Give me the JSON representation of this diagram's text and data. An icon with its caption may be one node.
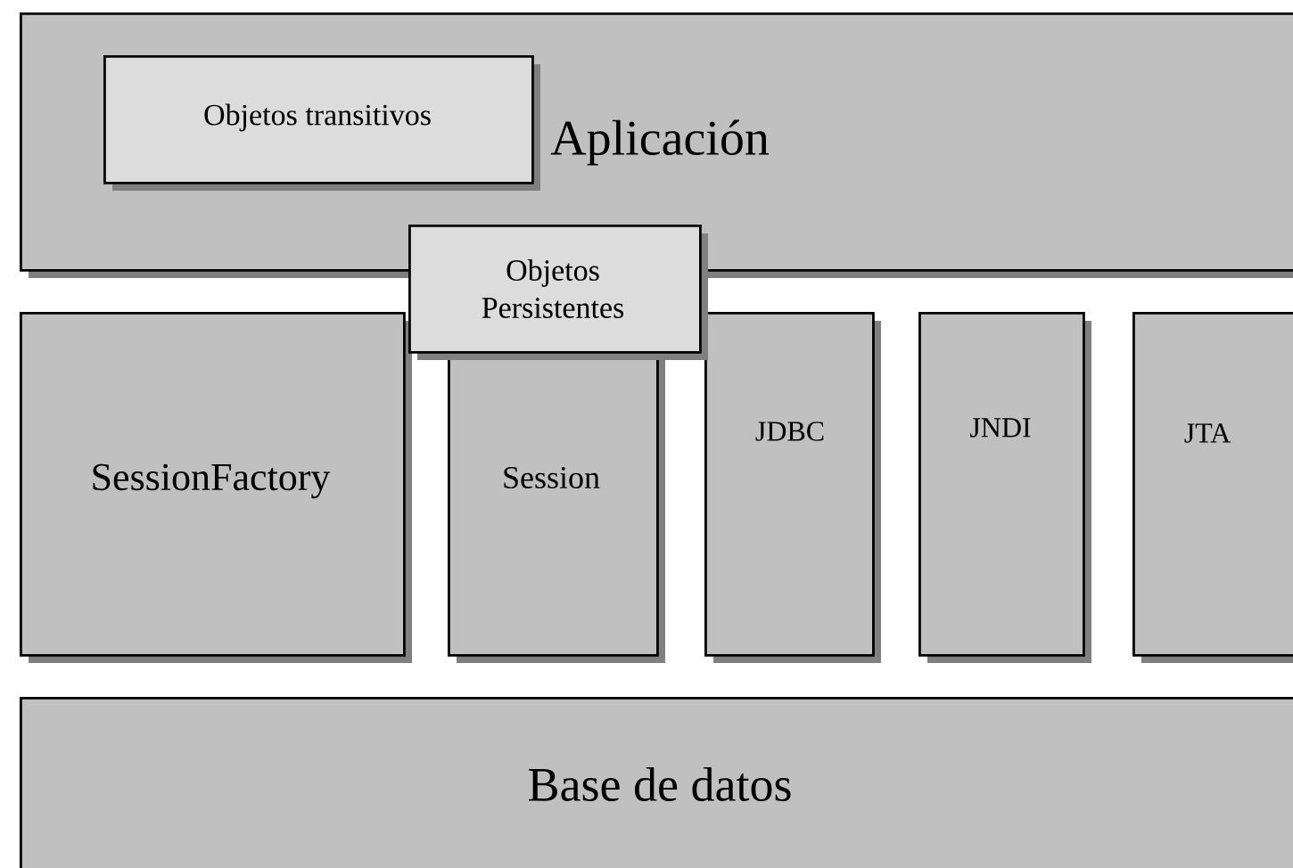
{
  "diagram": {
    "nodes": [
      {
        "text": [
          "Aplicación"
        ]
      },
      {
        "text": [
          "Objetos transitivos"
        ],
        "in": 0
      },
      {
        "text": [
          "Objetos Persistentes"
        ]
      },
      {
        "text": [
          "SessionFactory"
        ]
      },
      {
        "text": [
          "Session"
        ]
      },
      {
        "text": [
          "JDBC"
        ]
      },
      {
        "text": [
          "JNDI"
        ]
      },
      {
        "text": [
          "JTA"
        ]
      },
      {
        "text": [
          "Base de datos"
        ]
      }
    ]
  }
}
